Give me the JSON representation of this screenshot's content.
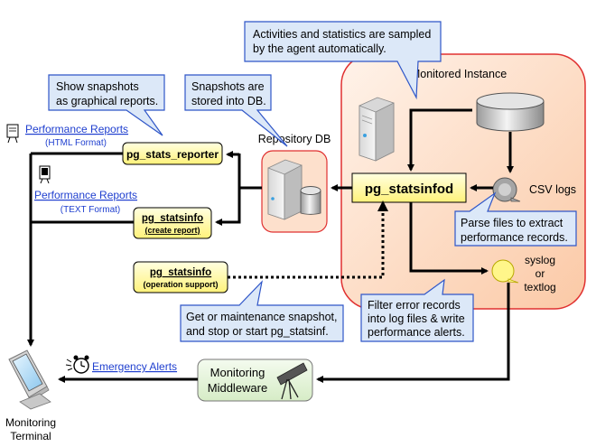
{
  "callouts": {
    "sampling": [
      "Activities and statistics are sampled",
      "by the agent automatically."
    ],
    "snapshots_graphical": [
      "Show snapshots",
      "as graphical reports."
    ],
    "snapshots_stored": [
      "Snapshots are",
      "stored into DB."
    ],
    "parse_files": [
      "Parse files to extract",
      "performance records."
    ],
    "filter_errors": [
      "Filter error records",
      "into log files & write",
      "performance alerts."
    ],
    "maintenance": [
      "Get or maintenance snapshot,",
      "and stop or start pg_statsinf."
    ]
  },
  "monitored_instance": {
    "label": "Monitored Instance"
  },
  "repository": {
    "label": "Repository DB"
  },
  "agent": {
    "label": "pg_statsinfod"
  },
  "csv_logs": {
    "label": "CSV logs"
  },
  "syslog": {
    "line1": "syslog",
    "line2": "or",
    "line3": "textlog"
  },
  "reporter": {
    "label": "pg_stats_reporter"
  },
  "statsinfo_report": {
    "label": "pg_statsinfo",
    "sub": "(create report)"
  },
  "statsinfo_ops": {
    "label": "pg_statsinfo",
    "sub": "(operation support)"
  },
  "html_report": {
    "label": "Performance Reports",
    "format": "(HTML Format)"
  },
  "text_report": {
    "label": "Performance Reports",
    "format": "(TEXT Format)"
  },
  "emergency": {
    "label": "Emergency Alerts"
  },
  "middleware": {
    "line1": "Monitoring",
    "line2": "Middleware"
  },
  "terminal": {
    "line1": "Monitoring",
    "line2": "Terminal"
  },
  "colors": {
    "callout_fill": "#dce8f8",
    "callout_border": "#2f56c8",
    "instance_fill": "#fde0cc",
    "instance_border": "#e03030",
    "box_yellow": "#ffff9a",
    "middleware_fill": "#e8f4de",
    "link_blue": "#1f3fcf"
  }
}
